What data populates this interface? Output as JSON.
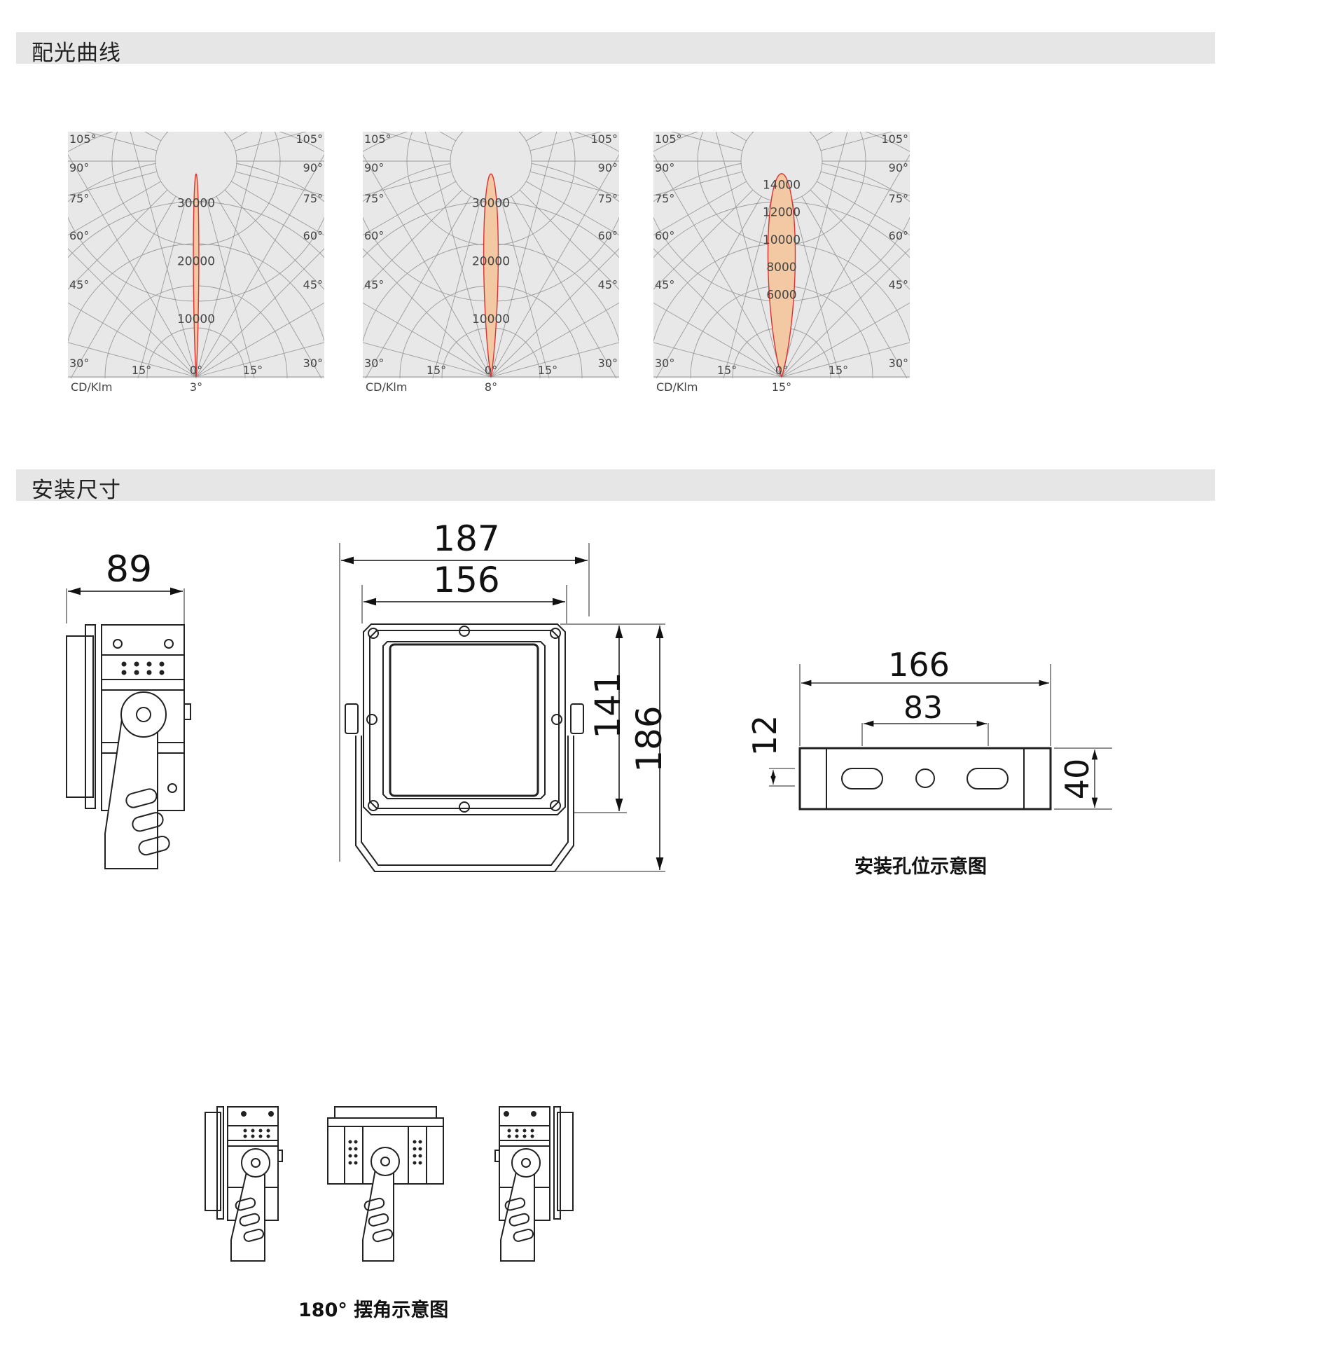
{
  "sections": {
    "light_distribution": {
      "title": "配光曲线"
    },
    "installation": {
      "title": "安装尺寸"
    }
  },
  "polar_common": {
    "unit_label": "CD/Klm",
    "angle_labels": {
      "a105": "105°",
      "a90": "90°",
      "a75": "75°",
      "a60": "60°",
      "a45": "45°",
      "a30": "30°",
      "a15": "15°",
      "a0": "0°"
    }
  },
  "chart_data": [
    {
      "type": "polar",
      "title": "",
      "beam_angle": "3°",
      "unit": "CD/Klm",
      "radial_ticks": [
        "10000",
        "20000",
        "30000"
      ],
      "beam_half_width_deg": 1.5,
      "peak_intensity": 35000,
      "rmax": 36000,
      "colors": {
        "fill": "#f2c9a3",
        "stroke": "#e03030"
      }
    },
    {
      "type": "polar",
      "title": "",
      "beam_angle": "8°",
      "unit": "CD/Klm",
      "radial_ticks": [
        "10000",
        "20000",
        "30000"
      ],
      "beam_half_width_deg": 4,
      "peak_intensity": 35000,
      "rmax": 36000,
      "colors": {
        "fill": "#f2c9a3",
        "stroke": "#e03030"
      }
    },
    {
      "type": "polar",
      "title": "",
      "beam_angle": "15°",
      "unit": "CD/Klm",
      "radial_ticks": [
        "6000",
        "8000",
        "10000",
        "12000",
        "14000"
      ],
      "beam_half_width_deg": 7.5,
      "peak_intensity": 14800,
      "rmax": 15200,
      "colors": {
        "fill": "#f2c9a3",
        "stroke": "#e03030"
      }
    }
  ],
  "dimensions": {
    "side_width": "89",
    "front_outer_width": "187",
    "front_inner_width": "156",
    "front_inner_height": "141",
    "front_outer_height": "186",
    "bracket_length": "166",
    "hole_spacing": "83",
    "hole_offset": "12",
    "bracket_height": "40",
    "bracket_caption": "安装孔位示意图"
  },
  "swing": {
    "caption": "180° 摆角示意图"
  }
}
